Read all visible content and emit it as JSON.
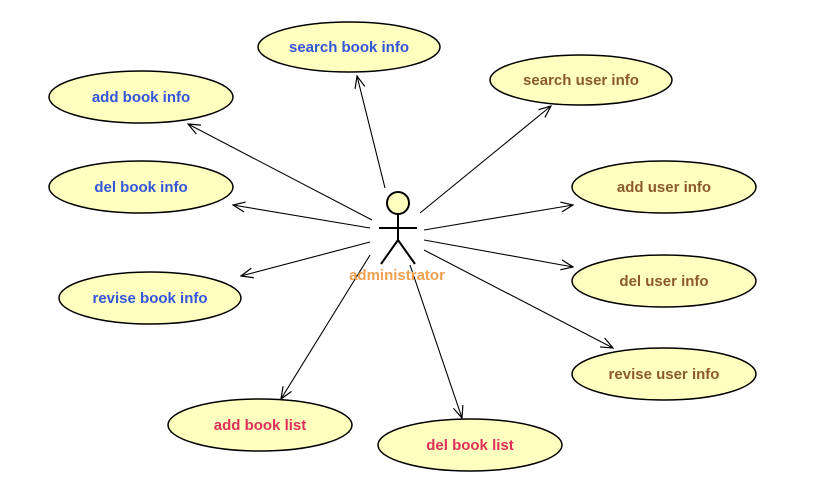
{
  "diagram": {
    "actor": {
      "name": "administrator",
      "label_color": "#f0a050"
    },
    "ellipse_fill": "#ffffc0",
    "ellipse_stroke": "#000000",
    "use_cases": {
      "search_book_info": {
        "label": "search book info",
        "color": "#3355dd"
      },
      "add_book_info": {
        "label": "add book info",
        "color": "#3355dd"
      },
      "del_book_info": {
        "label": "del book info",
        "color": "#3355dd"
      },
      "revise_book_info": {
        "label": "revise book info",
        "color": "#3355dd"
      },
      "search_user_info": {
        "label": "search user info",
        "color": "#8b5a2b"
      },
      "add_user_info": {
        "label": "add user info",
        "color": "#8b5a2b"
      },
      "del_user_info": {
        "label": "del user info",
        "color": "#8b5a2b"
      },
      "revise_user_info": {
        "label": "revise user info",
        "color": "#8b5a2b"
      },
      "add_book_list": {
        "label": "add book list",
        "color": "#e0305a"
      },
      "del_book_list": {
        "label": "del book list",
        "color": "#e0305a"
      }
    }
  }
}
